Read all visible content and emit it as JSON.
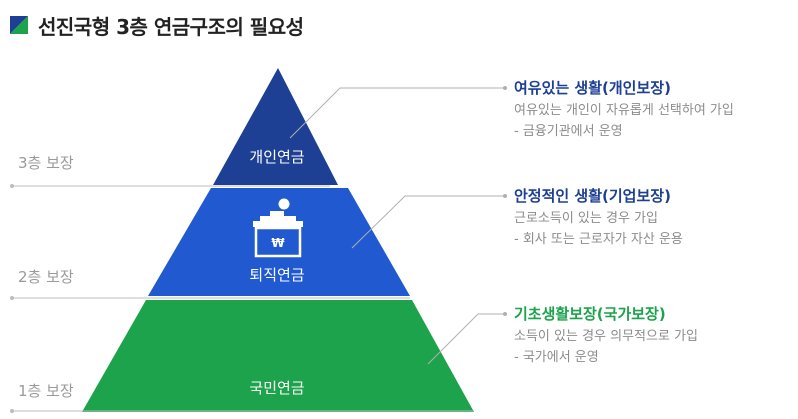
{
  "title": "선진국형 3층 연금구조의 필요성",
  "colors": {
    "accent": "#1d3f94",
    "personal": "#1d3f94",
    "retirement": "#2159d1",
    "national": "#1ca34b",
    "level_text": "#9a9a9a",
    "desc_text": "#8c8c8c"
  },
  "pyramid": {
    "personal": {
      "label": "개인연금"
    },
    "retirement": {
      "label": "퇴직연금",
      "icon": "ballot-box-icon",
      "icon_symbol": "₩"
    },
    "national": {
      "label": "국민연금"
    }
  },
  "levels": {
    "third": "3층 보장",
    "second": "2층 보장",
    "first": "1층 보장"
  },
  "descriptions": {
    "personal": {
      "title": "여유있는 생활(개인보장)",
      "line1": "여유있는 개인이 자유롭게 선택하여 가입",
      "line2": "- 금융기관에서 운영"
    },
    "retirement": {
      "title": "안정적인 생활(기업보장)",
      "line1": "근로소득이 있는 경우 가입",
      "line2": "- 회사 또는 근로자가 자산 운용"
    },
    "national": {
      "title": "기초생활보장(국가보장)",
      "line1": "소득이 있는 경우 의무적으로 가입",
      "line2": "- 국가에서 운영"
    }
  }
}
